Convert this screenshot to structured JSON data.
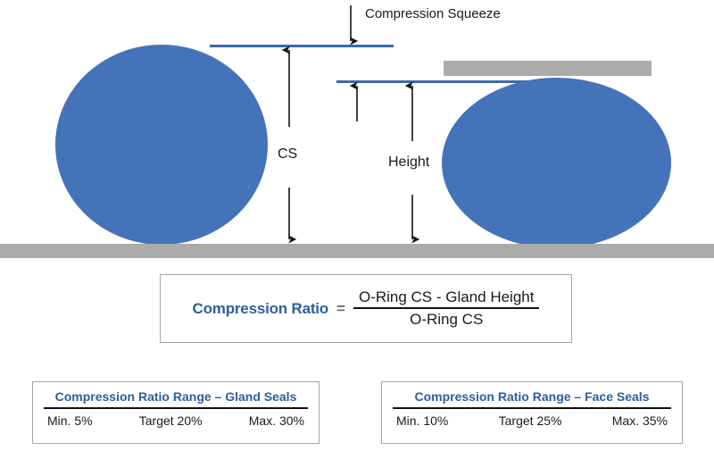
{
  "diagram": {
    "labels": {
      "compression_squeeze": "Compression Squeeze",
      "cs": "CS",
      "height": "Height"
    },
    "colors": {
      "oring_blue": "#4573B9",
      "plate_grey": "#ABABAB",
      "line_blue": "#3A6BB0",
      "accent_text_blue": "#2E5E9E"
    },
    "shapes": {
      "left_oring": "uncompressed-o-ring-circle",
      "right_oring": "compressed-o-ring-ellipse",
      "base_plate": "lower-gland-plate",
      "upper_plate": "upper-gland-plate"
    }
  },
  "formula": {
    "lhs": "Compression Ratio",
    "equals": "=",
    "numerator": "O-Ring CS - Gland Height",
    "denominator": "O-Ring CS"
  },
  "tables": [
    {
      "title": "Compression Ratio Range  –  Gland Seals",
      "cells": [
        "Min. 5%",
        "Target 20%",
        "Max. 30%"
      ]
    },
    {
      "title": "Compression Ratio Range  –  Face Seals",
      "cells": [
        "Min. 10%",
        "Target 25%",
        "Max. 35%"
      ]
    }
  ]
}
